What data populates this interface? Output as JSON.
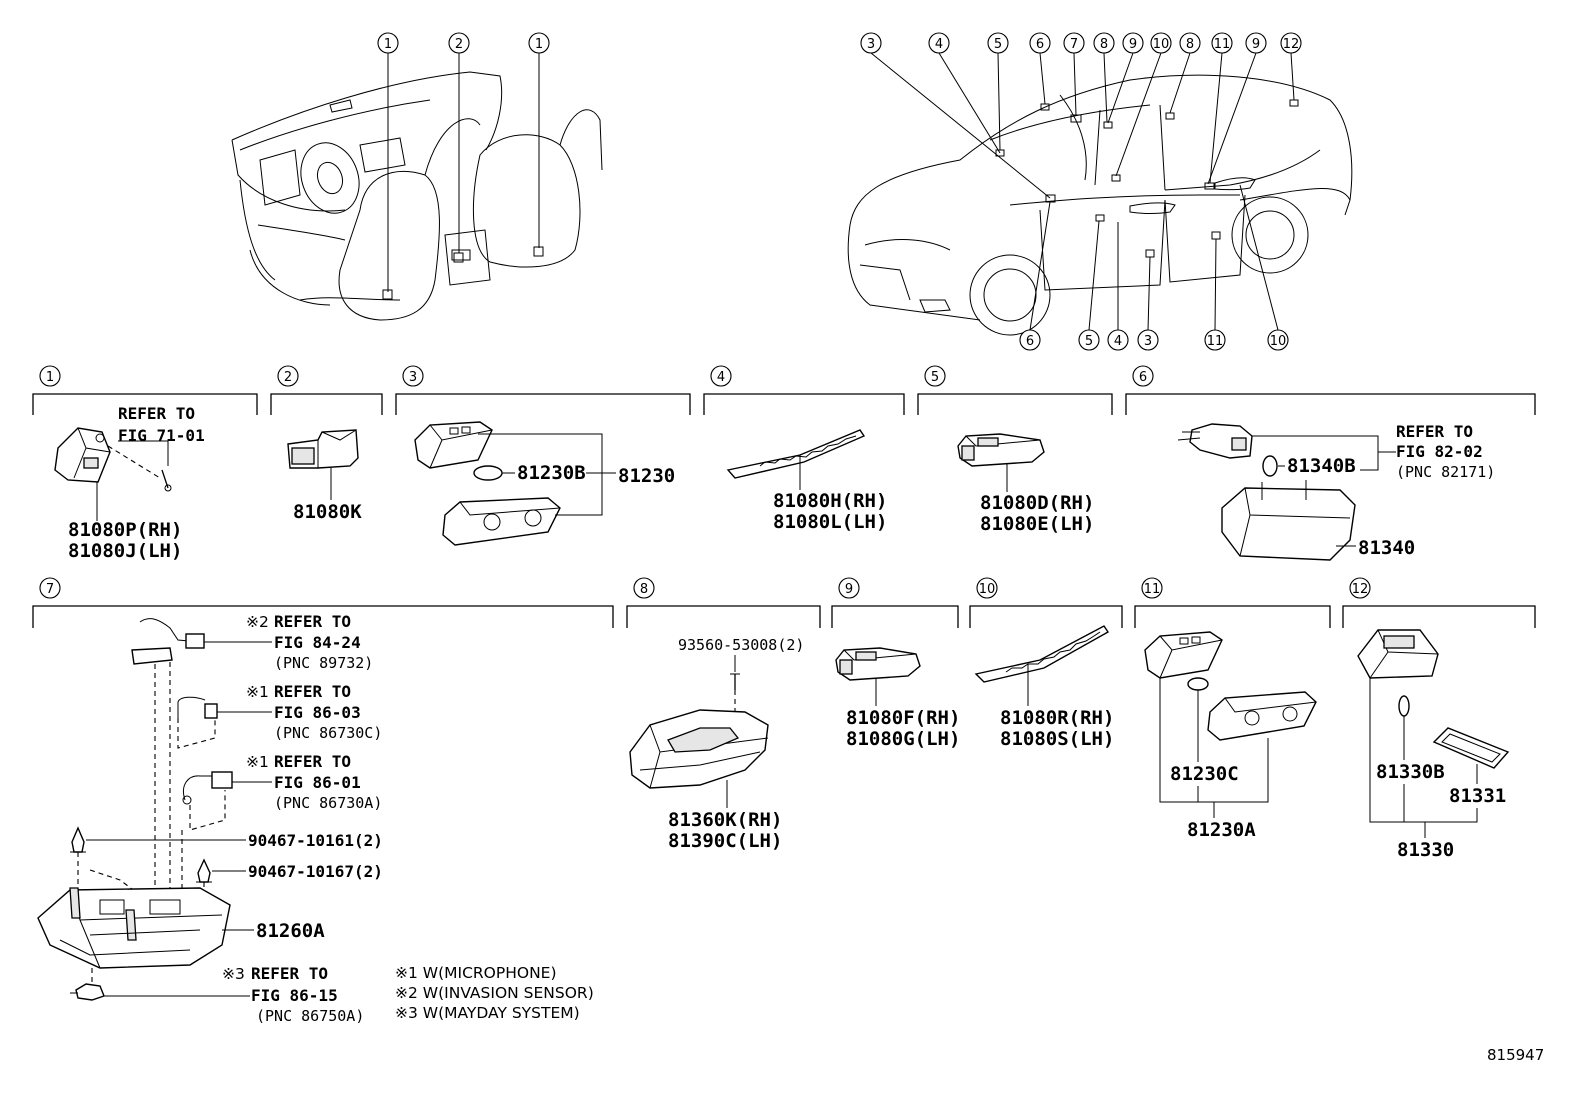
{
  "overview": {
    "interior_callouts": [
      "1",
      "2",
      "1"
    ],
    "car_top_callouts": [
      "3",
      "4",
      "5",
      "6",
      "7",
      "8",
      "9",
      "10",
      "8",
      "11",
      "9",
      "12"
    ],
    "car_bottom_callouts": [
      "6",
      "5",
      "4",
      "3",
      "11",
      "10"
    ]
  },
  "groups": [
    {
      "id": "1",
      "parts": [
        "81080P(RH)",
        "81080J(LH)"
      ],
      "refer": {
        "text": "REFER TO",
        "fig": "FIG 71-01"
      }
    },
    {
      "id": "2",
      "parts": [
        "81080K"
      ]
    },
    {
      "id": "3",
      "parts": [
        "81230B",
        "81230"
      ]
    },
    {
      "id": "4",
      "parts": [
        "81080H(RH)",
        "81080L(LH)"
      ]
    },
    {
      "id": "5",
      "parts": [
        "81080D(RH)",
        "81080E(LH)"
      ]
    },
    {
      "id": "6",
      "parts": [
        "81340B",
        "81340"
      ],
      "refer": {
        "text": "REFER TO",
        "fig": "FIG 82-02",
        "pnc": "(PNC 82171)"
      }
    },
    {
      "id": "7",
      "parts": [
        "90467-10161(2)",
        "90467-10167(2)",
        "81260A"
      ],
      "refers": [
        {
          "mark": "※2",
          "text": "REFER TO",
          "fig": "FIG 84-24",
          "pnc": "(PNC 89732)"
        },
        {
          "mark": "※1",
          "text": "REFER TO",
          "fig": "FIG 86-03",
          "pnc": "(PNC 86730C)"
        },
        {
          "mark": "※1",
          "text": "REFER TO",
          "fig": "FIG 86-01",
          "pnc": "(PNC 86730A)"
        },
        {
          "mark": "※3",
          "text": "REFER TO",
          "fig": "FIG 86-15",
          "pnc": "(PNC 86750A)"
        }
      ]
    },
    {
      "id": "8",
      "parts": [
        "93560-53008(2)",
        "81360K(RH)",
        "81390C(LH)"
      ]
    },
    {
      "id": "9",
      "parts": [
        "81080F(RH)",
        "81080G(LH)"
      ]
    },
    {
      "id": "10",
      "parts": [
        "81080R(RH)",
        "81080S(LH)"
      ]
    },
    {
      "id": "11",
      "parts": [
        "81230C",
        "81230A"
      ]
    },
    {
      "id": "12",
      "parts": [
        "81330B",
        "81331",
        "81330"
      ]
    }
  ],
  "notes": [
    "※1 W(MICROPHONE)",
    "※2 W(INVASION SENSOR)",
    "※3 W(MAYDAY SYSTEM)"
  ],
  "diagram_code": "815947"
}
